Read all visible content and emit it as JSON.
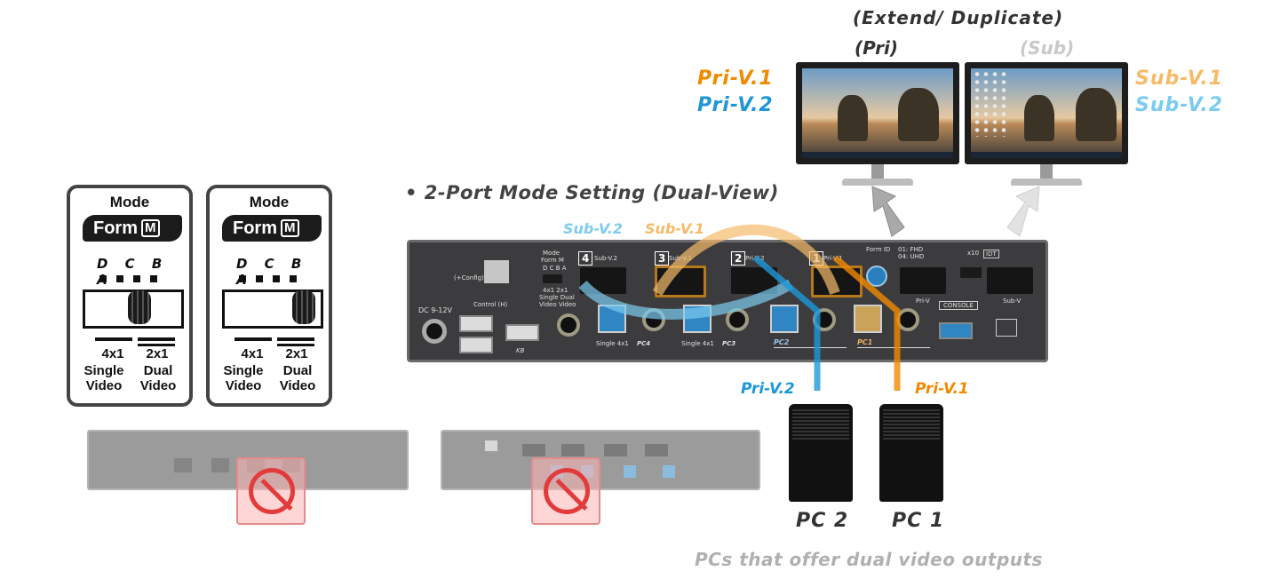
{
  "header": {
    "mode_title": "(Extend/ Duplicate)",
    "pri_label": "(Pri)",
    "sub_label": "(Sub)"
  },
  "monitor_labels": {
    "pri_v1": "Pri-V.1",
    "pri_v2": "Pri-V.2",
    "sub_v1": "Sub-V.1",
    "sub_v2": "Sub-V.2"
  },
  "colors": {
    "pri_v1": "#f08a00",
    "pri_v2": "#1e97d8",
    "sub_v1": "#f5bb6a",
    "sub_v2": "#7ccbf0"
  },
  "mode_setting": {
    "bullet": "•",
    "title": "2-Port Mode Setting (Dual-View)"
  },
  "flow_labels": {
    "sub_v2": "Sub-V.2",
    "sub_v1": "Sub-V.1"
  },
  "mode_cards": [
    {
      "title": "Mode",
      "form": "Form",
      "form_icon": "M",
      "letters": "D C B A",
      "switch_position": "left",
      "option_left_top": "4x1",
      "option_left_bottom": "Single Video",
      "option_right_top": "2x1",
      "option_right_bottom": "Dual Video"
    },
    {
      "title": "Mode",
      "form": "Form",
      "form_icon": "M",
      "letters": "D C B A",
      "switch_position": "right",
      "option_left_top": "4x1",
      "option_left_bottom": "Single Video",
      "option_right_top": "2x1",
      "option_right_bottom": "Dual Video"
    }
  ],
  "kvm_rear": {
    "dc_label": "DC 9-12V",
    "config_label": "(+Config)",
    "control_label": "Control (H)",
    "mode_label": "Mode",
    "form_label": "Form M",
    "dcba_label": "D C B A",
    "mode_opts": "4x1 2x1",
    "mode_opts2": "Single Dual",
    "mode_opts3": "Video Video",
    "port4": "4",
    "port3": "3",
    "port2": "2",
    "port1": "1",
    "sub_v2_port": "Sub-V.2",
    "sub_v1_port": "Sub-V.1",
    "pri_v2_port": "Pri-V.2",
    "pri_v1_port": "Pri-V.1",
    "pc4_label": "PC4",
    "pc3_label": "PC3",
    "pc2_label": "PC2",
    "pc1_label": "PC1",
    "single4x1_a": "Single 4x1",
    "single4x1_b": "Single 4x1",
    "kb_label": "KB",
    "form_id": "Form ID",
    "res_01": "01: FHD",
    "res_04": "04: UHD",
    "console_label": "CONSOLE",
    "pri_v_label": "Pri-V",
    "sub_v_label": "Sub-V",
    "x10_label": "x10",
    "id_label": "IDT"
  },
  "pcs": {
    "pc2_link": "Pri-V.2",
    "pc1_link": "Pri-V.1",
    "pc2": "PC 2",
    "pc1": "PC 1"
  },
  "footer": "PCs that offer dual video outputs"
}
